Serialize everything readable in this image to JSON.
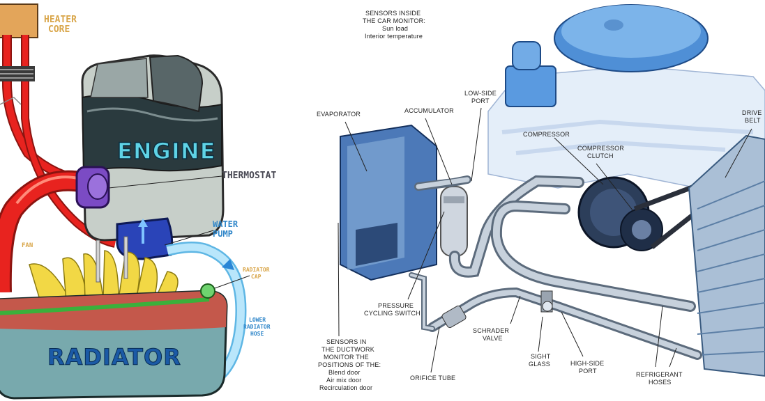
{
  "left": {
    "heater_core": [
      "HEATER",
      "CORE"
    ],
    "engine": "ENGINE",
    "thermostat": "THERMOSTAT",
    "water_pump": [
      "WATER",
      "PUMP"
    ],
    "fan": "FAN",
    "radiator_cap": [
      "RADIATOR",
      "CAP"
    ],
    "lower_radiator_hose": [
      "LOWER",
      "RADIATOR",
      "HOSE"
    ],
    "radiator": "RADIATOR"
  },
  "right": {
    "sensors_car": [
      "SENSORS INSIDE",
      "THE CAR MONITOR:",
      "Sun load",
      "Interior temperature"
    ],
    "evaporator": "EVAPORATOR",
    "accumulator": "ACCUMULATOR",
    "low_side_port": [
      "LOW-SIDE",
      "PORT"
    ],
    "compressor": "COMPRESSOR",
    "compressor_clutch": [
      "COMPRESSOR",
      "CLUTCH"
    ],
    "drive_belt": [
      "DRIVE",
      "BELT"
    ],
    "pressure_cycling_switch": [
      "PRESSURE",
      "CYCLING SWITCH"
    ],
    "schrader_valve": [
      "SCHRADER",
      "VALVE"
    ],
    "sensors_duct": [
      "SENSORS IN",
      "THE DUCTWORK",
      "MONITOR THE",
      "POSITIONS OF THE:",
      "Blend door",
      "Air mix door",
      "Recirculation door"
    ],
    "orifice_tube": "ORIFICE TUBE",
    "sight_glass": [
      "SIGHT",
      "GLASS"
    ],
    "high_side_port": [
      "HIGH-SIDE",
      "PORT"
    ],
    "refrigerant_hoses": [
      "REFRIGERANT",
      "HOSES"
    ]
  },
  "colors": {
    "hose_red": "#e8231f",
    "hose_blue": "#b9e6fb",
    "engine_gray": "#c7cfc9",
    "pump_blue": "#2a44b8",
    "thermostat_purple": "#7b4bc4",
    "radiator_red": "#c4584b",
    "radiator_teal": "#78a9ad",
    "fan_yellow": "#f2d845",
    "ac_blue": "#5e8ec4"
  }
}
